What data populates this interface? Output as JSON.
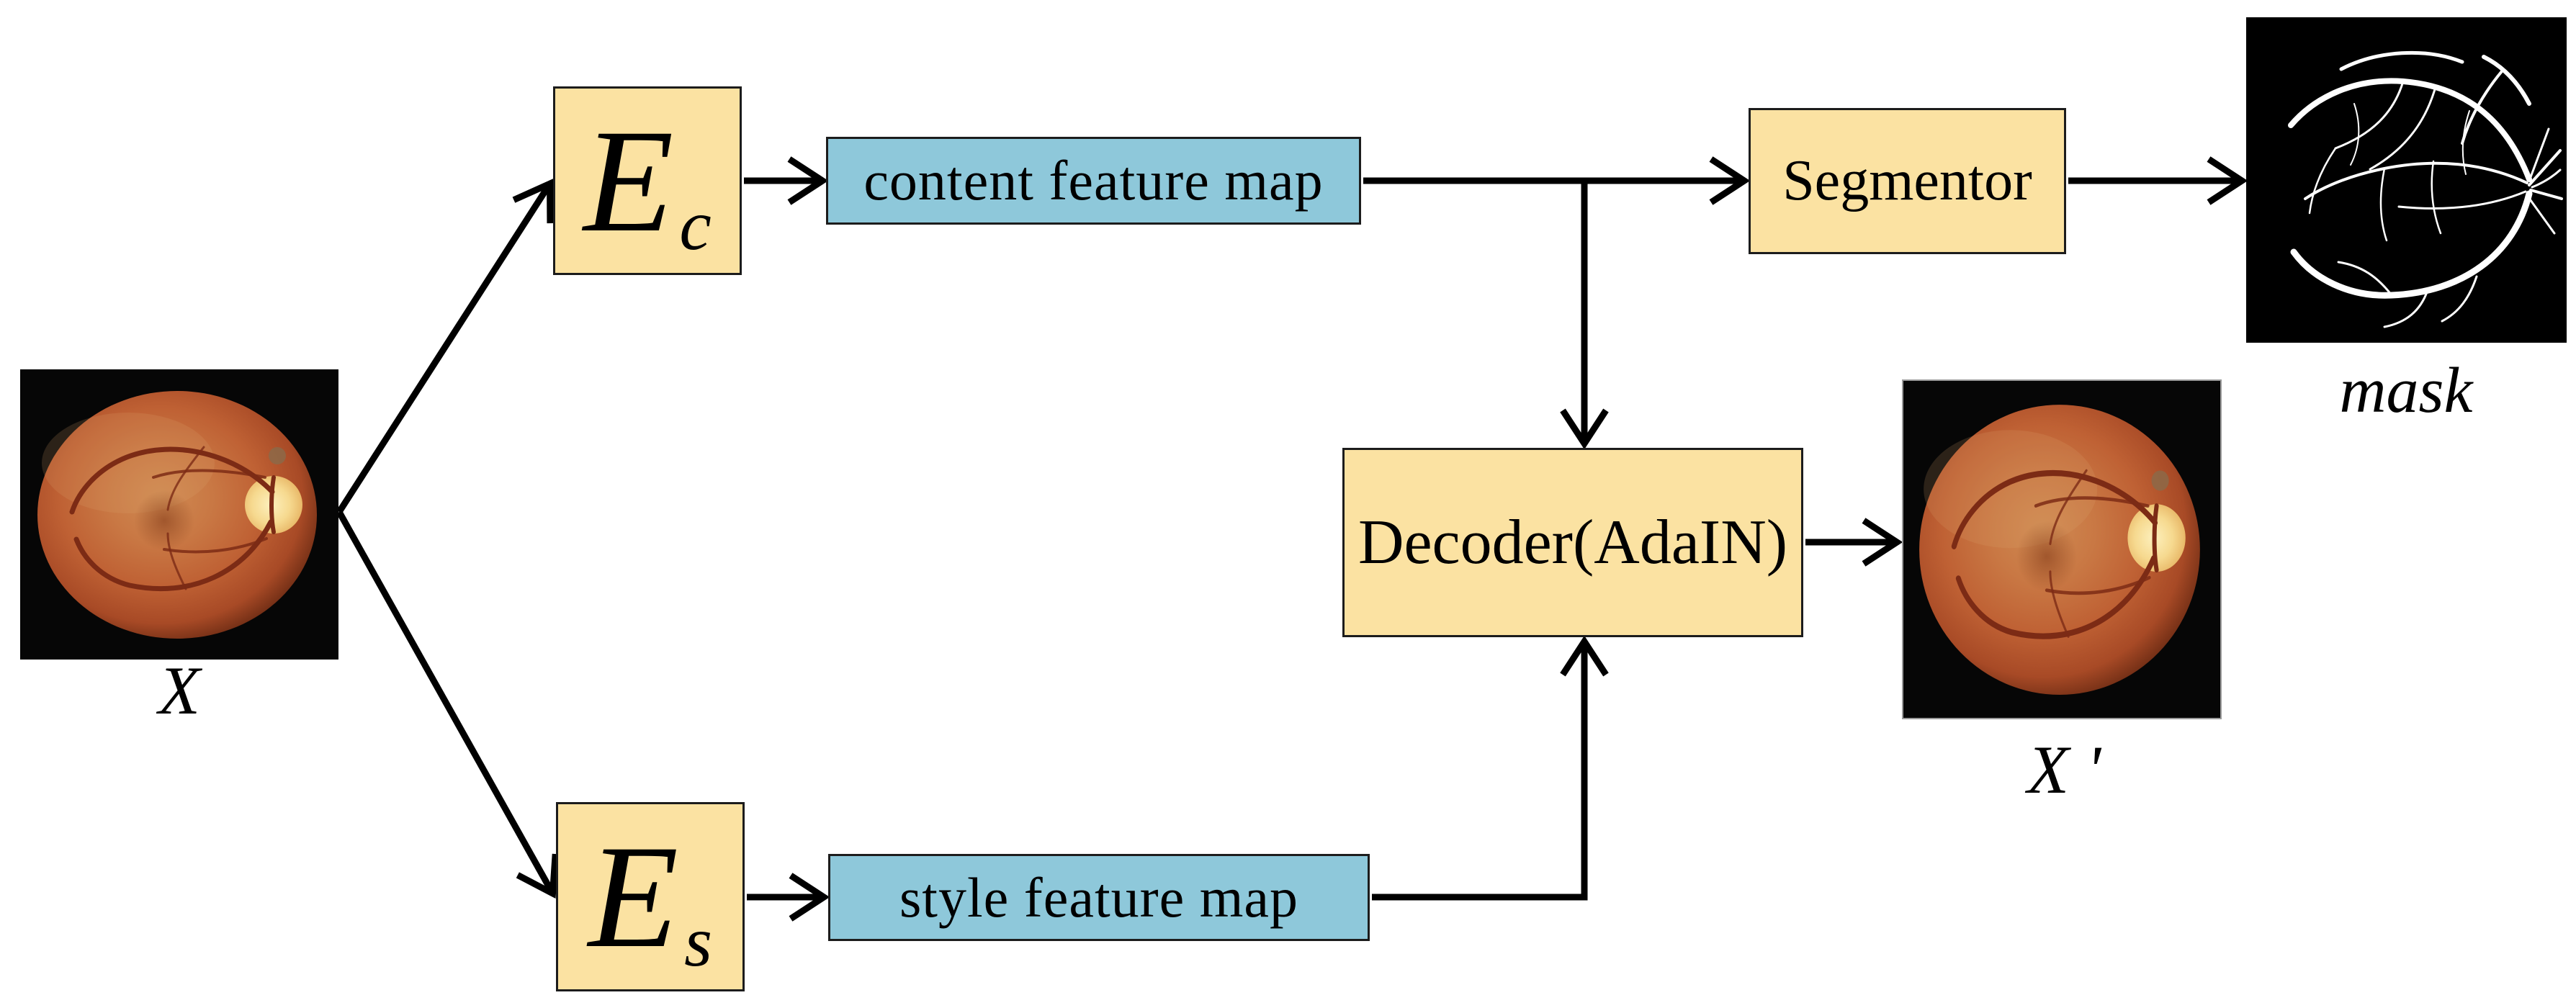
{
  "figure": {
    "background": "#ffffff",
    "images": {
      "input_fundus_caption": "X",
      "output_fundus_caption": "X '",
      "mask_caption": "mask"
    },
    "boxes": {
      "encoder_content": {
        "letter": "E",
        "subscript": "c"
      },
      "encoder_style": {
        "letter": "E",
        "subscript": "s"
      },
      "content_feature_map": "content feature map",
      "style_feature_map": "style feature map",
      "decoder": "Decoder(AdaIN)",
      "segmentor": "Segmentor"
    },
    "colors": {
      "encoder_box_fill": "#fbe2a2",
      "feature_box_fill": "#8ec8da",
      "box_border": "#1c1c1c",
      "arrow": "#000000",
      "fundus_background": "#060606",
      "fundus_main": "#c06236",
      "optic_disc": "#f6d98f",
      "vessel_dark": "#7c2b15",
      "mask_background": "#000000",
      "mask_vessels": "#ffffff"
    }
  }
}
